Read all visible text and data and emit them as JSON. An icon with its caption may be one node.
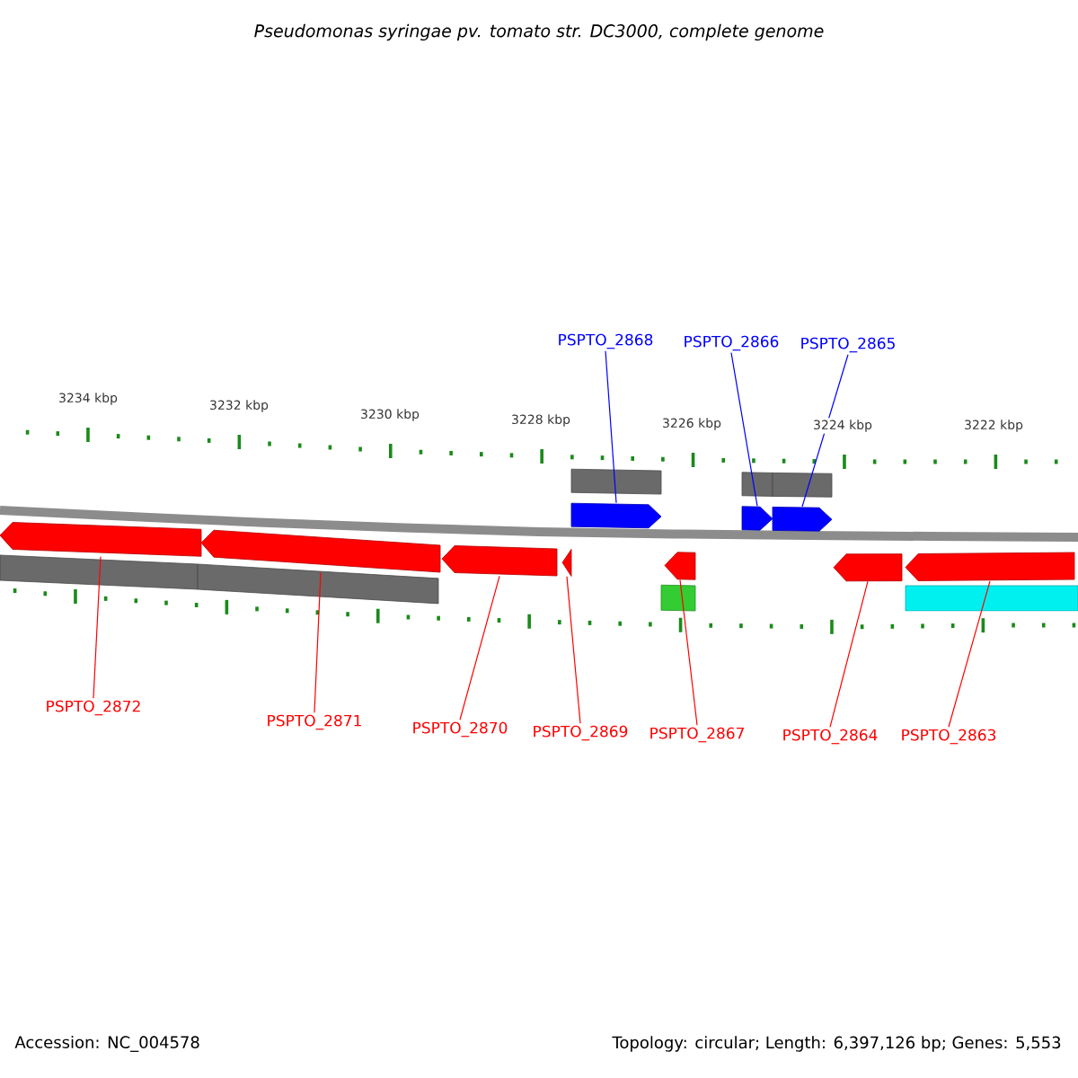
{
  "diagram": {
    "title": "Pseudomonas syringae pv. tomato str. DC3000, complete genome",
    "nodes": [
      {
        "text": [
          "PSPTO_2868"
        ]
      },
      {
        "text": [
          "PSPTO_2866"
        ]
      },
      {
        "text": [
          "PSPTO_2865"
        ]
      },
      {
        "text": [
          "PSPTO_2872"
        ]
      },
      {
        "text": [
          "PSPTO_2871"
        ]
      },
      {
        "text": [
          "PSPTO_2870"
        ]
      },
      {
        "text": [
          "PSPTO_2869"
        ]
      },
      {
        "text": [
          "PSPTO_2867"
        ]
      },
      {
        "text": [
          "PSPTO_2864"
        ]
      },
      {
        "text": [
          "PSPTO_2863"
        ]
      },
      {
        "text": [],
        "shape": "bar"
      },
      {
        "text": [],
        "shape": "bar"
      },
      {
        "text": [],
        "shape": "bar"
      },
      {
        "text": [],
        "shape": "pentagon"
      },
      {
        "text": [],
        "shape": "pentagon"
      },
      {
        "text": [],
        "shape": "pentagon"
      },
      {
        "text": [],
        "shape": "pentagon"
      },
      {
        "text": [],
        "shape": "pentagon"
      },
      {
        "text": [],
        "shape": "pentagon"
      },
      {
        "text": [],
        "shape": "pentagon"
      },
      {
        "text": [],
        "shape": "pentagon"
      },
      {
        "text": [],
        "shape": "pentagon"
      },
      {
        "text": [],
        "shape": "pentagon"
      },
      {
        "text": [],
        "shape": "bar"
      },
      {
        "text": [],
        "shape": "bar"
      },
      {
        "text": [],
        "shape": "bar"
      },
      {
        "text": [],
        "shape": "bar"
      }
    ],
    "edges": [
      {
        "from": 0,
        "to": 13,
        "arrow": "none",
        "color": "#0000ff"
      },
      {
        "from": 1,
        "to": 14,
        "arrow": "none",
        "color": "#0000ff"
      },
      {
        "from": 2,
        "to": 15,
        "arrow": "none",
        "color": "#0000ff"
      },
      {
        "from": 3,
        "to": 16,
        "arrow": "none"
      },
      {
        "from": 4,
        "to": 17,
        "arrow": "none"
      },
      {
        "from": 5,
        "to": 18,
        "arrow": "none"
      },
      {
        "from": 6,
        "to": 19,
        "arrow": "none"
      },
      {
        "from": 7,
        "to": 20,
        "arrow": "none"
      },
      {
        "from": 8,
        "to": 21,
        "arrow": "none"
      },
      {
        "from": 9,
        "to": 22,
        "arrow": "none"
      }
    ],
    "labels": [
      "3234 kbp",
      "3232 kbp",
      "3230 kbp",
      "3228 kbp",
      "3226 kbp",
      "3224 kbp",
      "3222 kbp",
      "Accession: NC_004578",
      "Topology: circular; Length: 6,397,126 bp; Genes: 5,553"
    ]
  }
}
